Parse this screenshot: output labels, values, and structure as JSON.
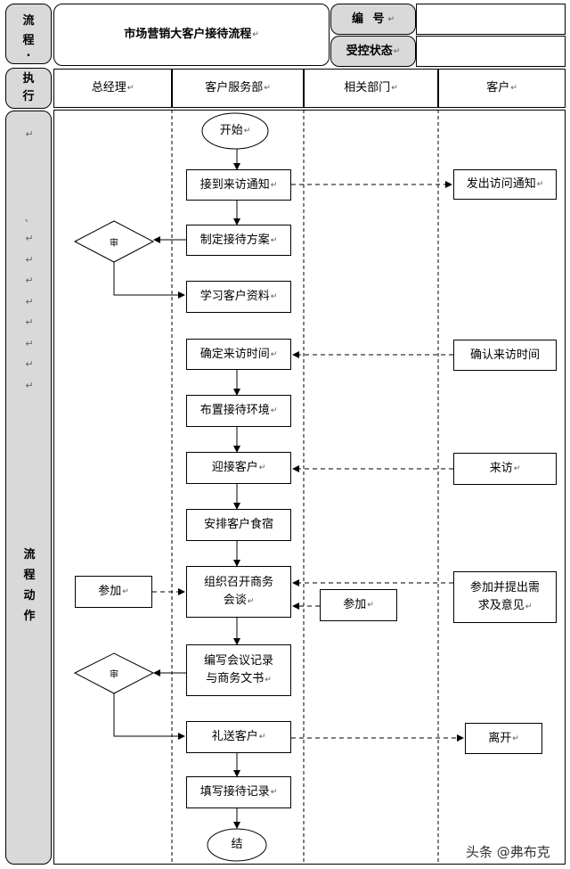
{
  "header": {
    "left_label_1": "流",
    "left_label_2": "程",
    "left_label_3": ".",
    "title": "市场营销大客户接待流程",
    "code_label": "编 号",
    "status_label": "受控状态",
    "return_mark": "↵"
  },
  "exec": {
    "label_1": "执",
    "label_2": "行",
    "columns": [
      "总经理",
      "客户服务部",
      "相关部门",
      "客户"
    ]
  },
  "side": {
    "marks": [
      "↵",
      "、",
      "↵",
      "↵",
      "↵",
      "↵",
      "↵",
      "↵",
      "↵",
      "↵"
    ],
    "label_1": "流",
    "label_2": "程",
    "label_3": "动",
    "label_4": "作"
  },
  "flow": {
    "start": "开始",
    "receive_notice": "接到来访通知",
    "issue_notice": "发出访问通知",
    "approve_1": "审",
    "make_plan": "制定接待方案",
    "study_info": "学习客户资料",
    "confirm_time": "确定来访时间",
    "client_confirm_time": "确认来访时间",
    "prepare_env": "布置接待环境",
    "greet_client": "迎接客户",
    "client_visit": "来访",
    "arrange_meals": "安排客户食宿",
    "meeting_line_1": "组织召开商务",
    "meeting_line_2": "会谈",
    "gm_attend": "参加",
    "dept_attend": "参加",
    "client_feedback_line_1": "参加并提出需",
    "client_feedback_line_2": "求及意见",
    "minutes_line_1": "编写会议记录",
    "minutes_line_2": "与商务文书",
    "approve_2": "审",
    "see_off": "礼送客户",
    "client_leave": "离开",
    "fill_record": "填写接待记录",
    "end": "结"
  },
  "watermark": "头条 @弗布克"
}
